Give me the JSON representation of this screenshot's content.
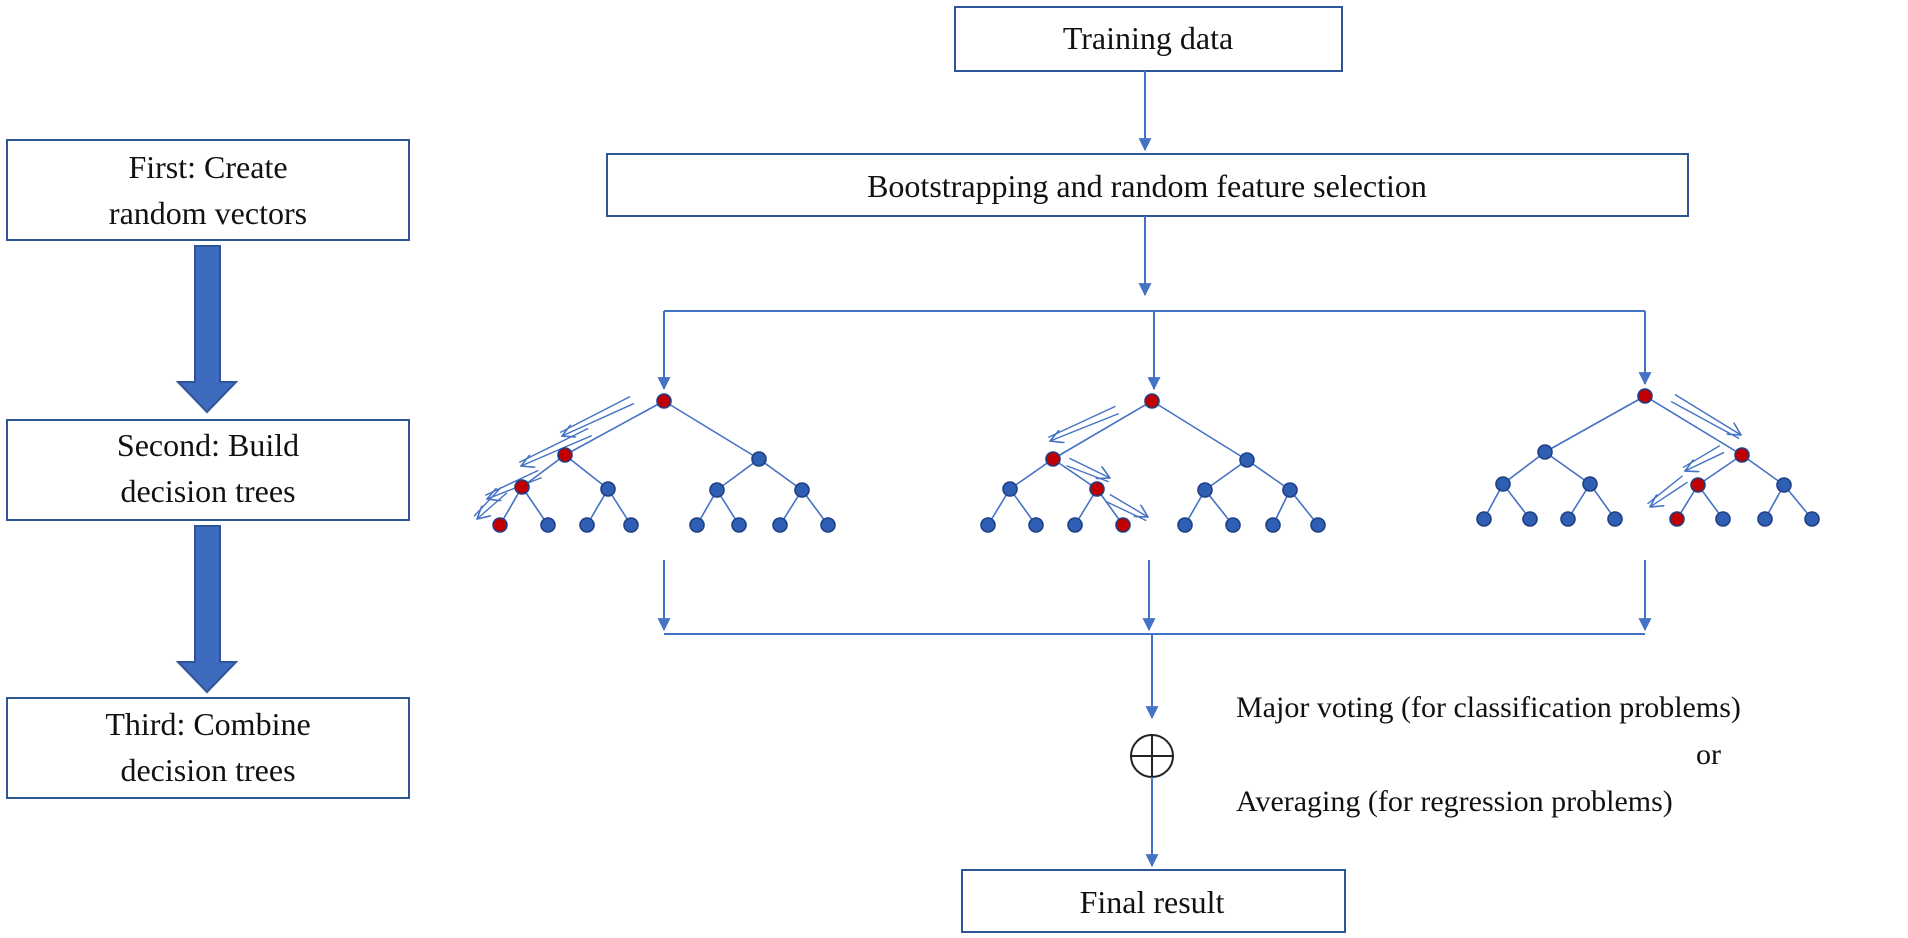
{
  "steps": [
    {
      "line1": "First: Create",
      "line2": "random vectors"
    },
    {
      "line1": "Second: Build",
      "line2": "decision trees"
    },
    {
      "line1": "Third: Combine",
      "line2": "decision trees"
    }
  ],
  "flow": {
    "training": "Training data",
    "bootstrap": "Bootstrapping and random feature selection",
    "final": "Final result"
  },
  "aggregation": {
    "line1": "Major voting (for classification problems)",
    "line2": "or",
    "line3": "Averaging (for regression problems)"
  },
  "colors": {
    "line": "#4472C4",
    "node": "#2F5FB3",
    "highlight": "#C00000",
    "box_border": "#2E5597",
    "step_arrow": "#3F6BBF"
  }
}
